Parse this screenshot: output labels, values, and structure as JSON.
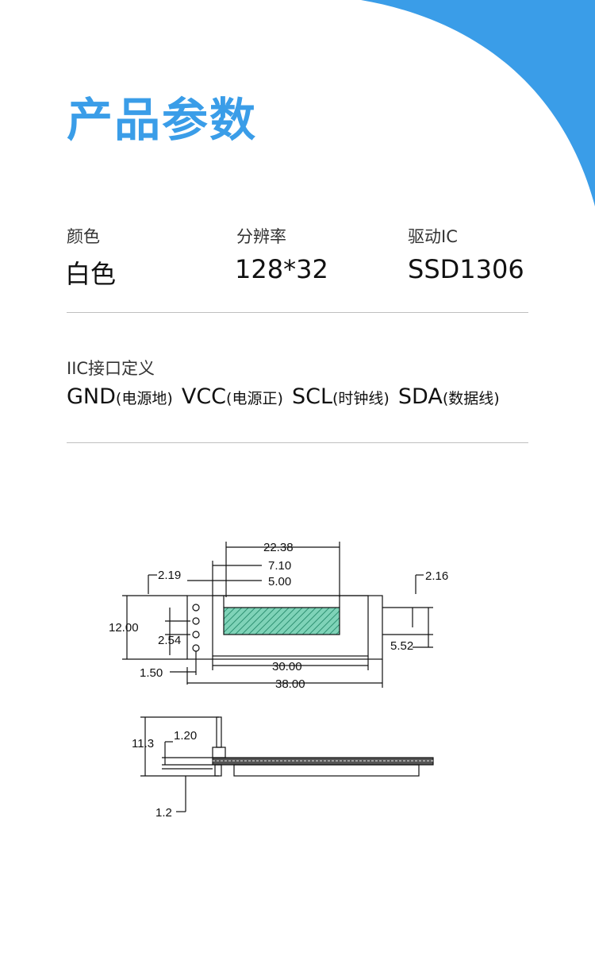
{
  "theme": {
    "accent": "#3a9de8",
    "hatch": "#3daa8a"
  },
  "header": {
    "title": "产品参数"
  },
  "params": [
    {
      "label": "颜色",
      "value": "白色"
    },
    {
      "label": "分辨率",
      "value": "128*32"
    },
    {
      "label": "驱动IC",
      "value": "SSD1306"
    }
  ],
  "iic": {
    "title": "IIC接口定义",
    "pins": [
      {
        "name": "GND",
        "desc": "(电源地)"
      },
      {
        "name": "VCC",
        "desc": "(电源正)"
      },
      {
        "name": "SCL",
        "desc": "(时钟线)"
      },
      {
        "name": "SDA",
        "desc": "(数据线)"
      }
    ]
  },
  "drawing": {
    "top_view": {
      "dims": [
        "22.38",
        "7.10",
        "5.00",
        "2.19",
        "2.16",
        "12.00",
        "2.54",
        "5.52",
        "1.50",
        "30.00",
        "38.00"
      ]
    },
    "side_view": {
      "dims": [
        "11.3",
        "1.20",
        "1.2"
      ]
    }
  }
}
